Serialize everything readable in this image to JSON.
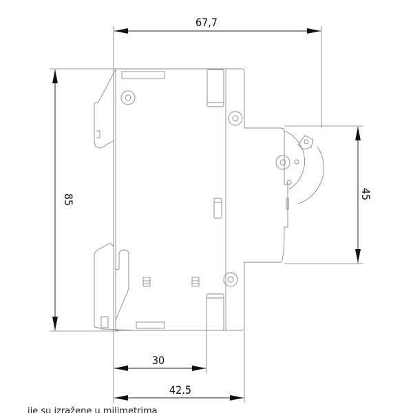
{
  "drawing": {
    "dimensions": {
      "width_total": "67,7",
      "height_total": "85",
      "handle_window": "45",
      "rail_offset": "30",
      "depth": "42.5"
    },
    "note": "ije su izražene u milimetrima",
    "colors": {
      "line": "#888888",
      "dimension": "#222222",
      "text": "#111111"
    }
  }
}
